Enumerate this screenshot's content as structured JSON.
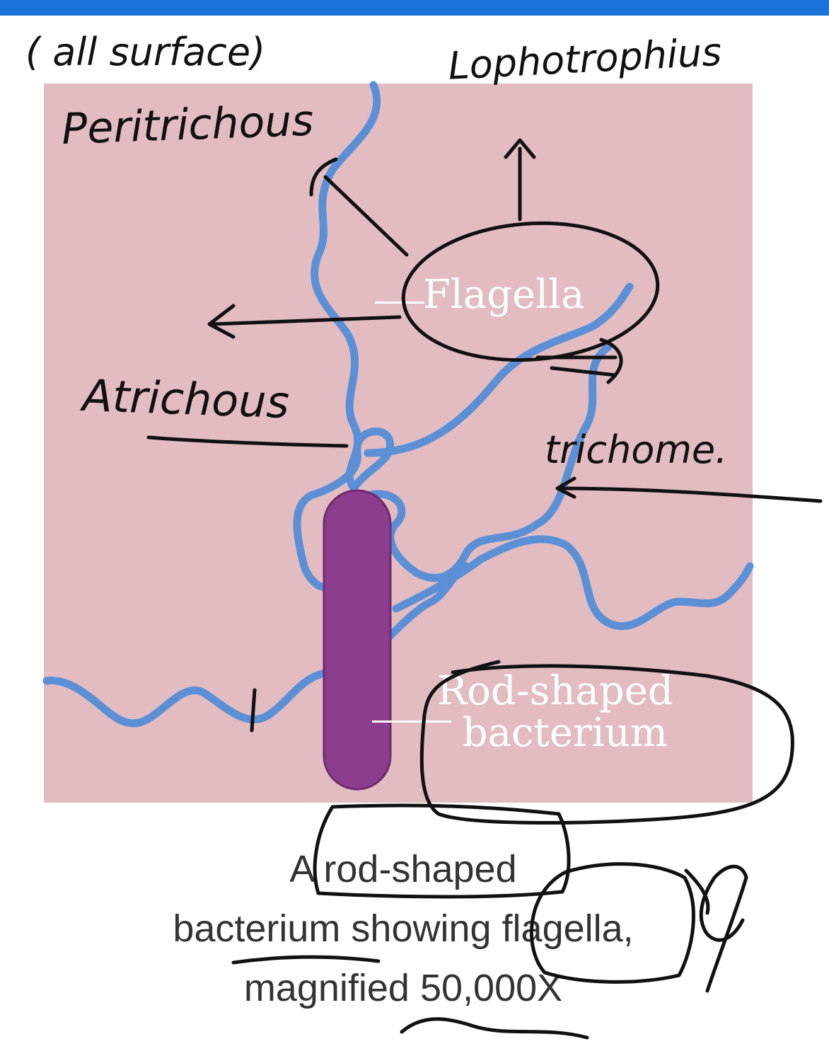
{
  "colors": {
    "top_bar": "#1a73d9",
    "panel_background": "#e2bcc0",
    "flagellum": "#5b8fd6",
    "bacterium_body": "#8d3d8e",
    "bacterium_edge": "#6e2b70",
    "label_text": "#ffffff",
    "caption_text": "#333333",
    "ink": "#111111"
  },
  "figure": {
    "labels": {
      "flagella": "Flagella",
      "rod_line1": "Rod-shaped",
      "rod_line2": "bacterium"
    },
    "caption": {
      "line1": "A rod-shaped",
      "line2": "bacterium showing flagella,",
      "line3": "magnified 50,000X"
    }
  },
  "annotations": {
    "all_surface": "( all surface)",
    "peritrichous": "Peritrichous",
    "lophotrophius": "Lophotrophius",
    "atrichous": "Atrichous",
    "trichome": "trichome."
  }
}
